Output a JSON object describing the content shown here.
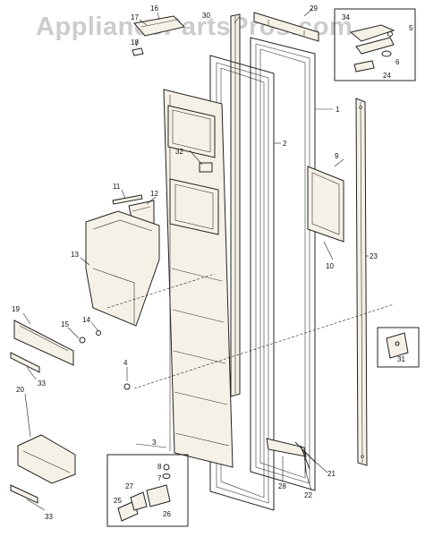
{
  "watermark": "AppliancePartsPros.com",
  "callouts": {
    "c1": "1",
    "c2": "2",
    "c3": "3",
    "c4": "4",
    "c5": "5",
    "c6": "6",
    "c7": "7",
    "c8": "8",
    "c9": "9",
    "c10": "10",
    "c11": "11",
    "c12": "12",
    "c13": "13",
    "c14": "14",
    "c15": "15",
    "c16": "16",
    "c17": "17",
    "c18": "18",
    "c19": "19",
    "c20": "20",
    "c21": "21",
    "c22": "22",
    "c23": "23",
    "c24": "24",
    "c25": "25",
    "c26": "26",
    "c27": "27",
    "c28": "28",
    "c29": "29",
    "c30": "30",
    "c31": "31",
    "c32": "32",
    "c33a": "33",
    "c33b": "33",
    "c34": "34"
  }
}
